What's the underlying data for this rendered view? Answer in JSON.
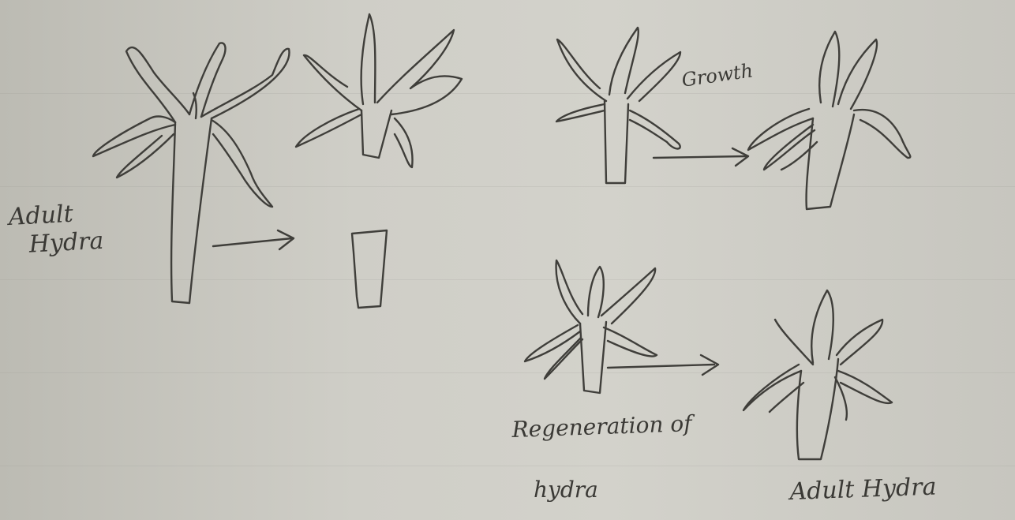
{
  "labels": {
    "adult_hydra_left_line1": "Adult",
    "adult_hydra_left_line2": "Hydra",
    "growth": "Growth",
    "regeneration_line1": "Regeneration of",
    "regeneration_line2": "hydra",
    "adult_hydra_bottom": "Adult Hydra"
  },
  "colors": {
    "paper": "#cfcec7",
    "ink": "#3f3e3a"
  }
}
